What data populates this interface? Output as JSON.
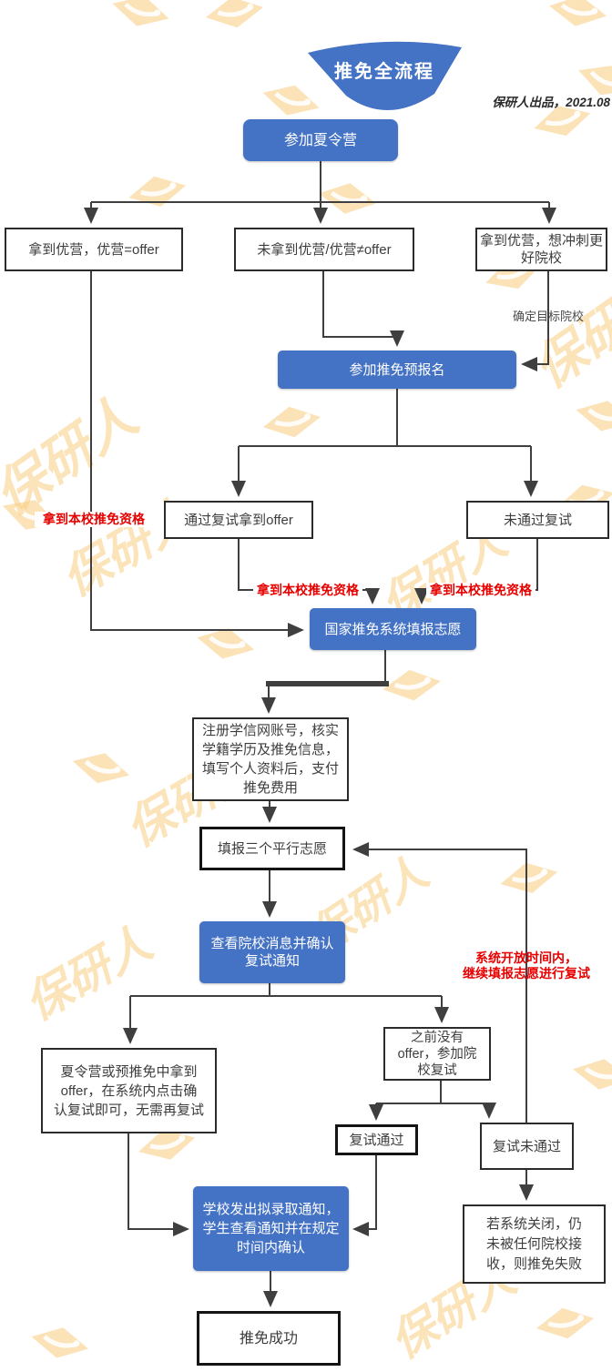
{
  "banner": {
    "title": "推免全流程"
  },
  "credit": "保研人出品，2021.08",
  "watermark_text": "保研人",
  "diagram": {
    "nodes": {
      "summer_camp": "参加夏令营",
      "offer_eq": "拿到优营，优营=offer",
      "no_offer": "未拿到优营/优营≠offer",
      "better_school": "拿到优营，想冲刺更\n好院校",
      "pre_register": "参加推免预报名",
      "pass_retest_offer": "通过复试拿到offer",
      "fail_retest": "未通过复试",
      "national_system": "国家推免系统填报志愿",
      "register_chsi": "注册学信网账号，核实\n学籍学历及推免信息，\n填写个人资料后，支付\n推免费用",
      "three_choices": "填报三个平行志愿",
      "check_notice": "查看院校消息并确认\n复试通知",
      "camp_offer_confirm": "夏令营或预推免中拿到\noffer，在系统内点击确\n认复试即可，无需再复试",
      "no_offer_retest": "之前没有\noffer，参加院\n校复试",
      "retest_pass": "复试通过",
      "retest_fail": "复试未通过",
      "admission_notice": "学校发出拟录取通知，\n学生查看通知并在规定\n时间内确认",
      "system_closed": "若系统关闭，仍\n未被任何院校接\n收，则推免失败",
      "success": "推免成功"
    },
    "labels": {
      "target_school": "确定目标院校",
      "quota_left": "拿到本校推免资格",
      "quota_mid1": "拿到本校推免资格",
      "quota_mid2": "拿到本校推免资格",
      "system_open": "系统开放时间内，\n继续填报志愿进行复试"
    },
    "colors": {
      "primary": "#4472c4",
      "red": "#e60000",
      "line": "#3f3f3f",
      "watermark": "#fbd493"
    }
  }
}
